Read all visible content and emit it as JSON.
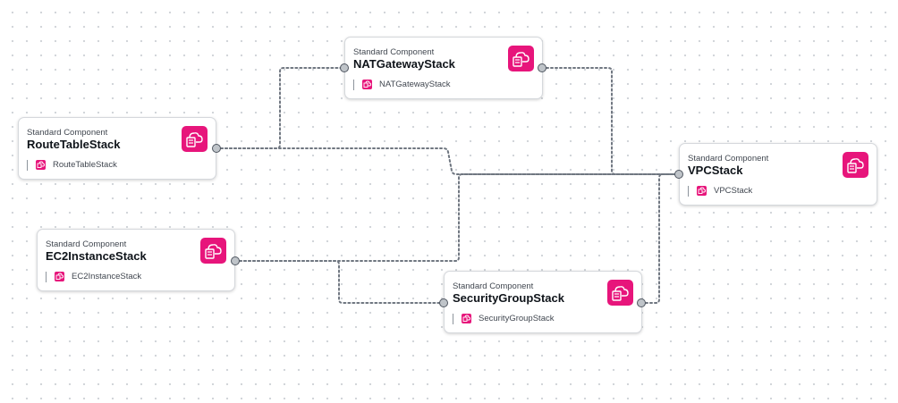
{
  "theme": {
    "accent": "#e7157b",
    "edge_color": "#6f7680",
    "grid_dot": "#cfd3d8"
  },
  "nodes": {
    "nat": {
      "type_label": "Standard Component",
      "name": "NATGatewayStack",
      "resource_label": "NATGatewayStack",
      "icon": "application-stack-icon"
    },
    "route": {
      "type_label": "Standard Component",
      "name": "RouteTableStack",
      "resource_label": "RouteTableStack",
      "icon": "application-stack-icon"
    },
    "vpc": {
      "type_label": "Standard Component",
      "name": "VPCStack",
      "resource_label": "VPCStack",
      "icon": "application-stack-icon"
    },
    "ec2": {
      "type_label": "Standard Component",
      "name": "EC2InstanceStack",
      "resource_label": "EC2InstanceStack",
      "icon": "application-stack-icon"
    },
    "sg": {
      "type_label": "Standard Component",
      "name": "SecurityGroupStack",
      "resource_label": "SecurityGroupStack",
      "icon": "application-stack-icon"
    }
  },
  "edges": [
    {
      "from": "route",
      "to": "nat"
    },
    {
      "from": "route",
      "to": "vpc"
    },
    {
      "from": "nat",
      "to": "vpc"
    },
    {
      "from": "ec2",
      "to": "vpc"
    },
    {
      "from": "ec2",
      "to": "sg"
    },
    {
      "from": "sg",
      "to": "vpc"
    }
  ]
}
